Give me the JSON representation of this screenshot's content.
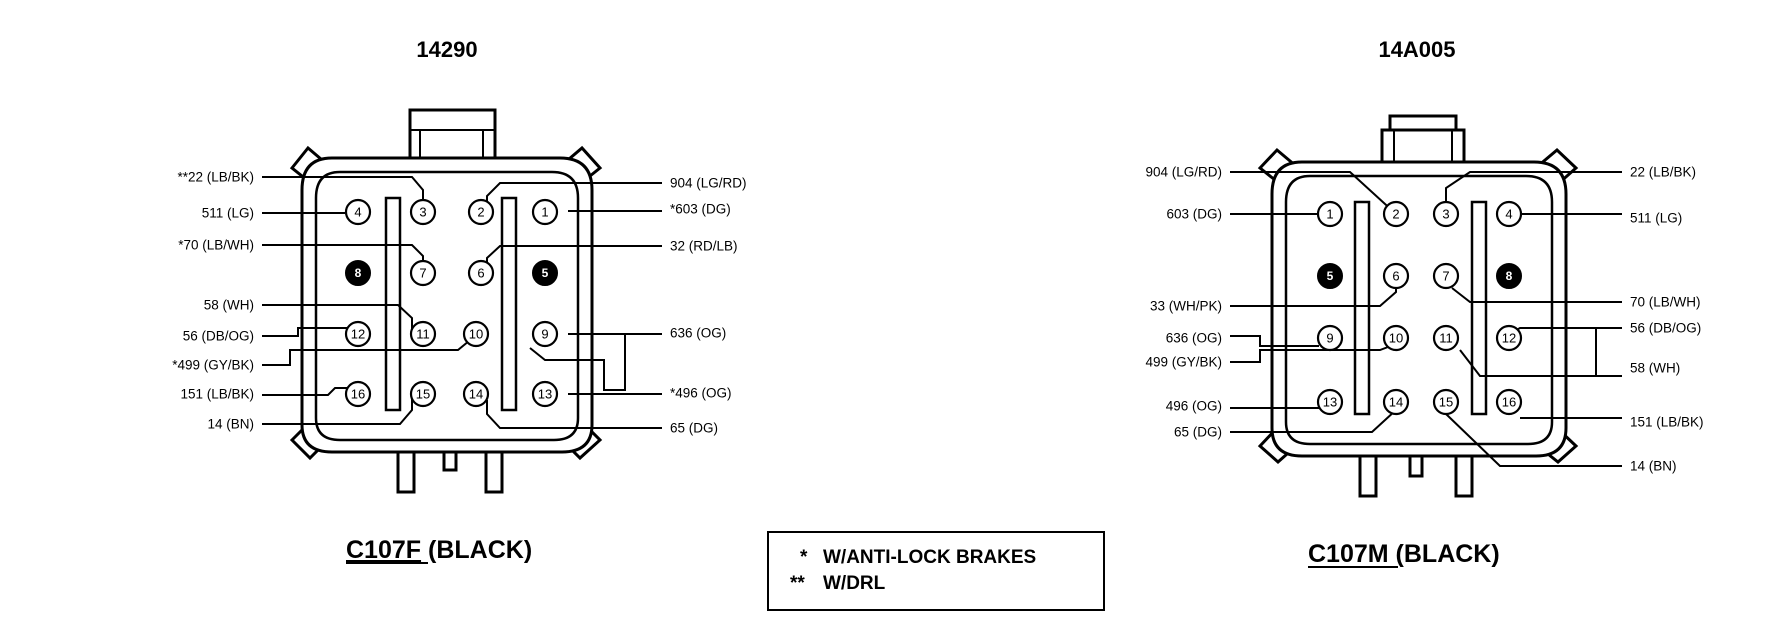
{
  "left": {
    "part_number": "14290",
    "connector_id": "C107F",
    "connector_color": "(BLACK)",
    "wires": {
      "w3": "**22 (LB/BK)",
      "w4": "511 (LG)",
      "w7": "*70 (LB/WH)",
      "w11": "58 (WH)",
      "w12": "56 (DB/OG)",
      "w10": "*499 (GY/BK)",
      "w16": "151 (LB/BK)",
      "w15": "14 (BN)",
      "w2": "904 (LG/RD)",
      "w1": "*603 (DG)",
      "w6": "32 (RD/LB)",
      "w9": "636 (OG)",
      "w13": "*496 (OG)",
      "w14": "65 (DG)"
    },
    "pins": [
      "1",
      "2",
      "3",
      "4",
      "5",
      "6",
      "7",
      "8",
      "9",
      "10",
      "11",
      "12",
      "13",
      "14",
      "15",
      "16"
    ]
  },
  "right": {
    "part_number": "14A005",
    "connector_id": "C107M",
    "connector_color": "(BLACK)",
    "wires": {
      "w2": "904 (LG/RD)",
      "w1": "603 (DG)",
      "w6": "33 (WH/PK)",
      "w9": "636 (OG)",
      "w10": "499 (GY/BK)",
      "w13": "496 (OG)",
      "w14": "65 (DG)",
      "w3": "22 (LB/BK)",
      "w4": "511 (LG)",
      "w7": "70 (LB/WH)",
      "w12": "56 (DB/OG)",
      "w11": "58 (WH)",
      "w16": "151 (LB/BK)",
      "w15": "14 (BN)"
    },
    "pins": [
      "1",
      "2",
      "3",
      "4",
      "5",
      "6",
      "7",
      "8",
      "9",
      "10",
      "11",
      "12",
      "13",
      "14",
      "15",
      "16"
    ]
  },
  "legend": {
    "line1_mark": "*",
    "line1_text": "W/ANTI-LOCK BRAKES",
    "line2_mark": "**",
    "line2_text": "W/DRL"
  }
}
